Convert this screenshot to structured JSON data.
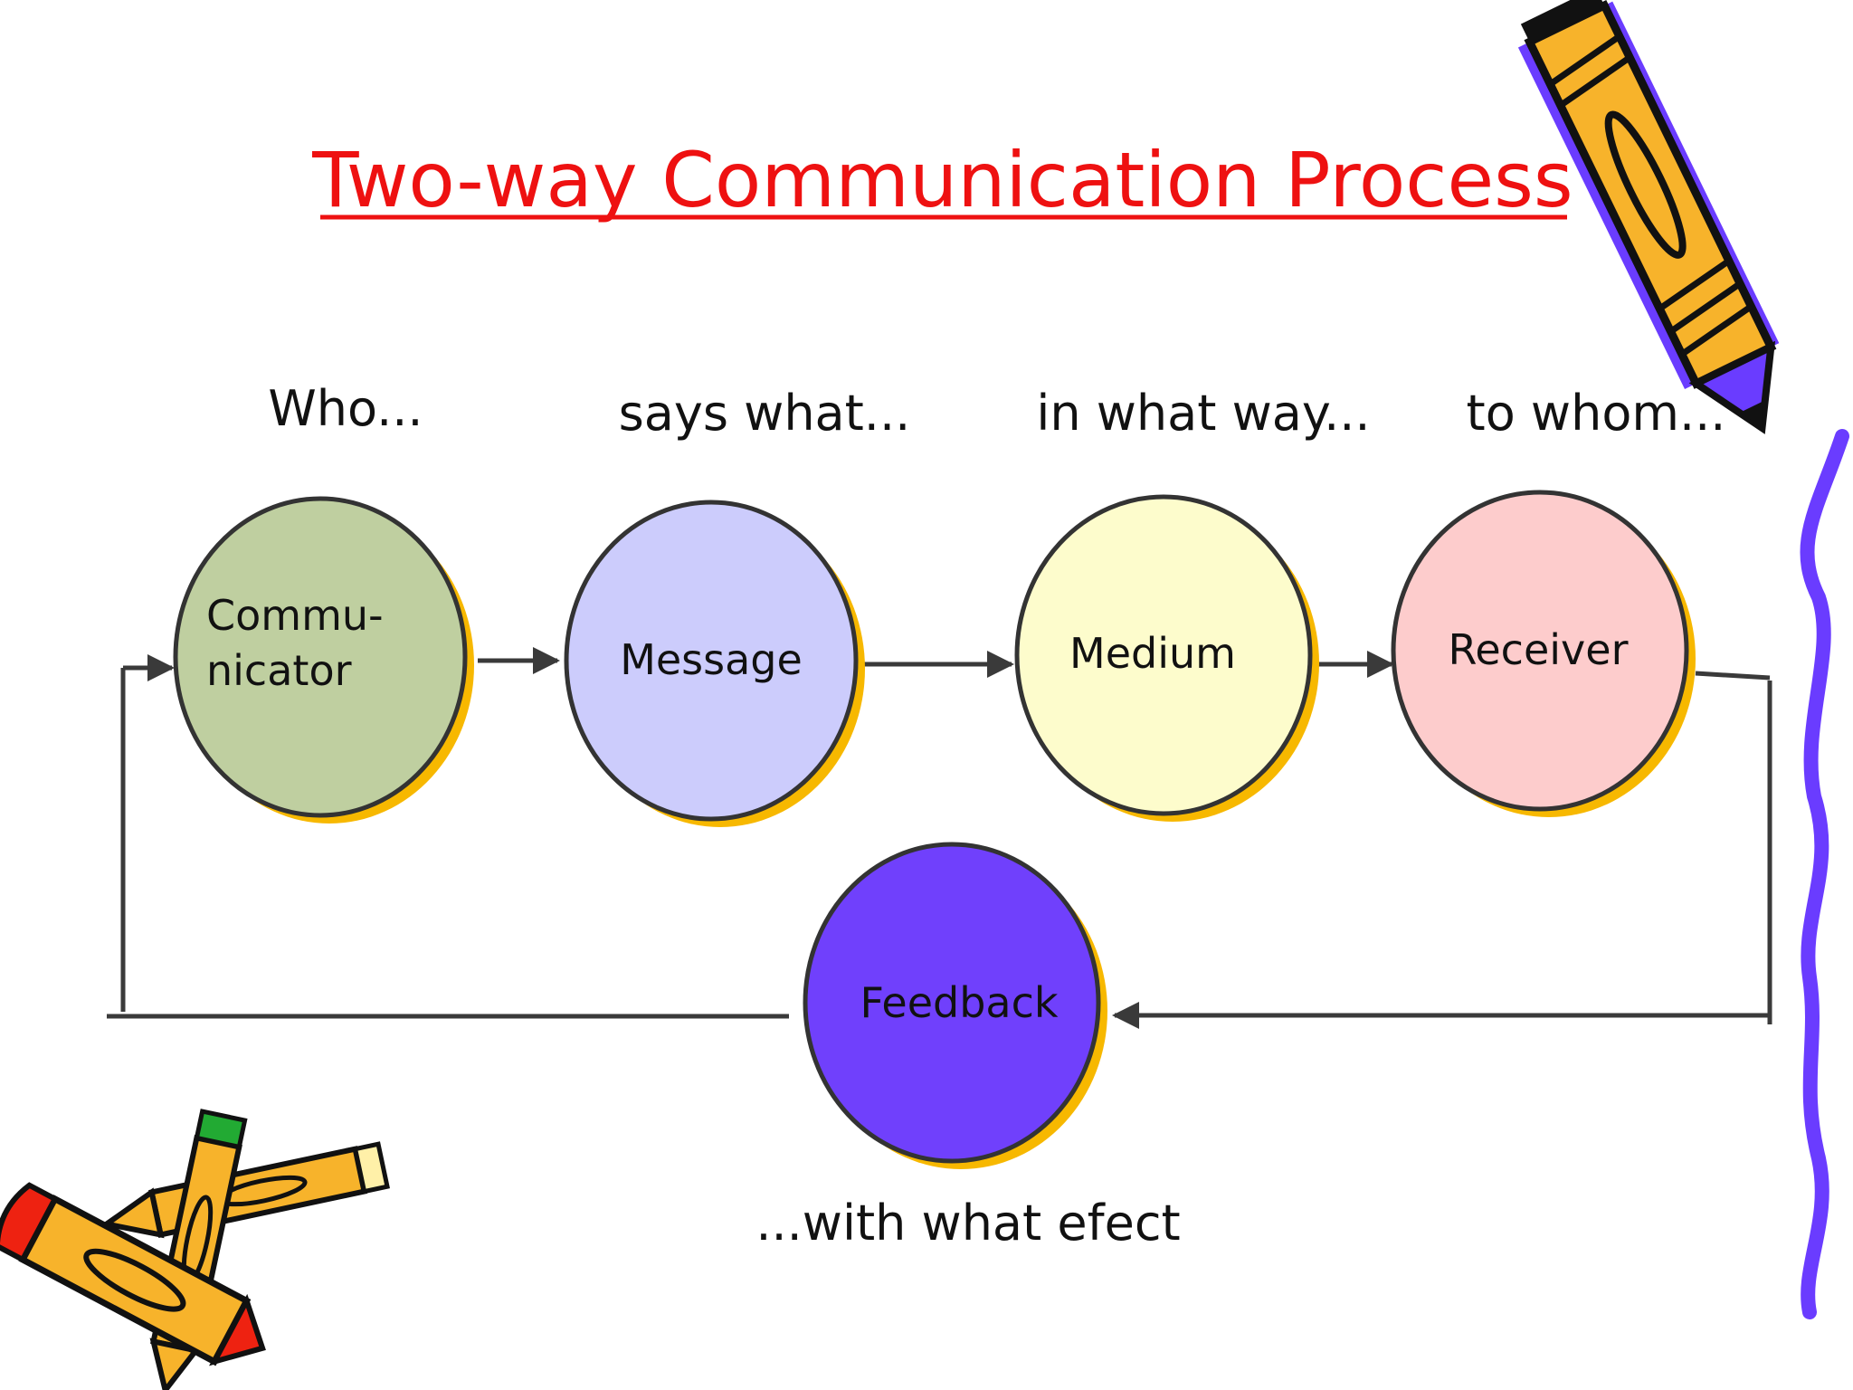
{
  "title": "Two-way Communication Process",
  "questions": {
    "who": "Who...",
    "says_what": "says what...",
    "in_what_way": "in what way...",
    "to_whom": "to whom...",
    "with_what_effect": "...with what efect"
  },
  "nodes": {
    "communicator": {
      "line1": "Commu-",
      "line2": "nicator",
      "color": "#bfcfa0"
    },
    "message": {
      "label": "Message",
      "color": "#ccccfc"
    },
    "medium": {
      "label": "Medium",
      "color": "#fdfccc"
    },
    "receiver": {
      "label": "Receiver",
      "color": "#fdcccc"
    },
    "feedback": {
      "label": "Feedback",
      "color": "#7040fc"
    }
  },
  "colors": {
    "title": "#ee1111",
    "circle_shadow": "#f7b800",
    "pencil_body": "#f7b32b",
    "pencil_accent": "#6a3cff",
    "squiggle": "#6a3cff"
  },
  "clipart": [
    "pencil-clipart-top-right",
    "crayons-clipart-bottom-left",
    "squiggle-line-right"
  ]
}
